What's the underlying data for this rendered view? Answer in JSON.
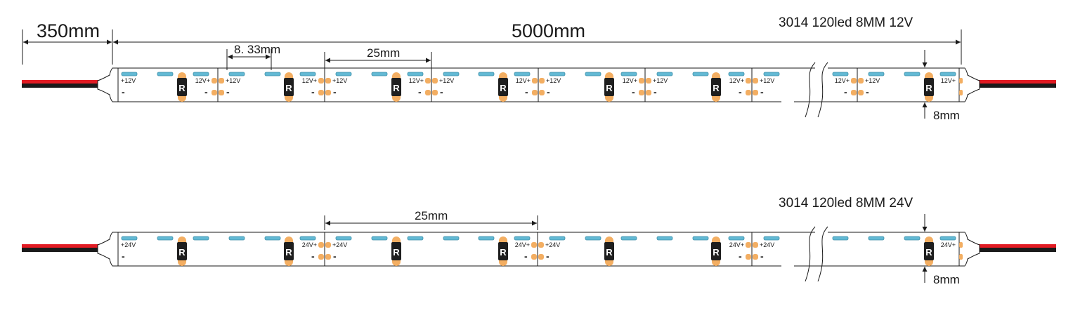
{
  "top_strip": {
    "spec": "3014 120led  8MM 12V",
    "plus_label": "+12V",
    "end_label": "12V+",
    "width_label": "8mm"
  },
  "bottom_strip": {
    "spec": "3014 120led 8MM 24V",
    "plus_label": "+24V",
    "end_label": "24V+",
    "width_label": "8mm"
  },
  "dimensions": {
    "lead_length": "350mm",
    "strip_length": "5000mm",
    "led_pitch": "8. 33mm",
    "cut_unit_12v": "25mm",
    "cut_unit_24v": "25mm"
  },
  "component_labels": {
    "resistor": "R",
    "negative": "-"
  },
  "colors": {
    "line": "#1a1a1a",
    "led_body": "#62b9d4",
    "solder_pad": "#f3ae62",
    "resistor": "#1e1e1e",
    "wire_red": "#e21b23",
    "wire_black": "#1a1a1a"
  },
  "icons": [
    "led-chip-icon",
    "resistor-icon",
    "solder-pad-icon",
    "cable-icon",
    "break-mark-icon",
    "dimension-arrow-icon"
  ]
}
